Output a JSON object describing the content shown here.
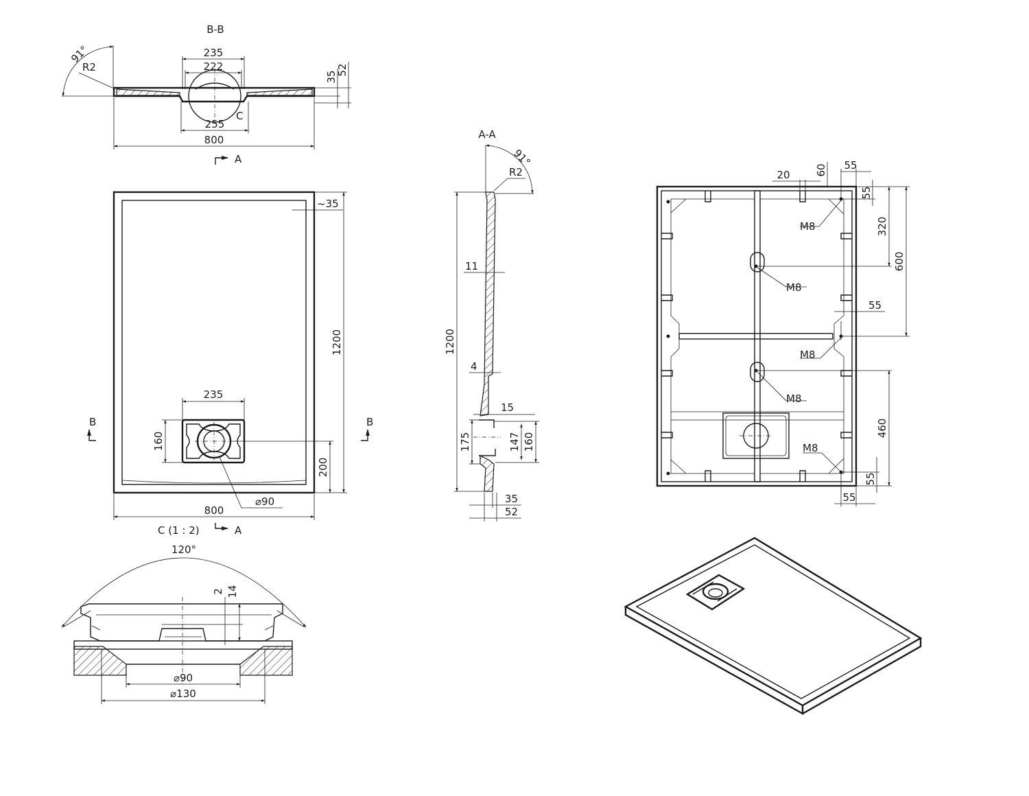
{
  "views": {
    "section_bb": {
      "label": "B-B",
      "angle": "91°",
      "radius": "R2",
      "dims": [
        "235",
        "222",
        "255",
        "800",
        "35",
        "52"
      ],
      "detail_ref": "C",
      "section_arrow": "A"
    },
    "plan_top": {
      "dims": [
        "~35",
        "1200",
        "235",
        "160",
        "200",
        "800",
        "⌀90"
      ],
      "section_markers": [
        "B",
        "B"
      ],
      "detail_label": "C  (1 : 2)",
      "section_arrow": "A"
    },
    "section_aa": {
      "label": "A-A",
      "angle": "91°",
      "radius": "R2",
      "dims": [
        "1200",
        "11",
        "4",
        "15",
        "175",
        "147",
        "160",
        "35",
        "52"
      ]
    },
    "underside": {
      "dims": [
        "20",
        "60",
        "55",
        "55",
        "320",
        "600",
        "55",
        "460",
        "55",
        "55"
      ],
      "thread_labels": [
        "M8",
        "M8",
        "M8",
        "M8",
        "M8"
      ]
    },
    "detail_c": {
      "angle": "120°",
      "dims": [
        "2",
        "14",
        "⌀90",
        "⌀130"
      ]
    }
  }
}
